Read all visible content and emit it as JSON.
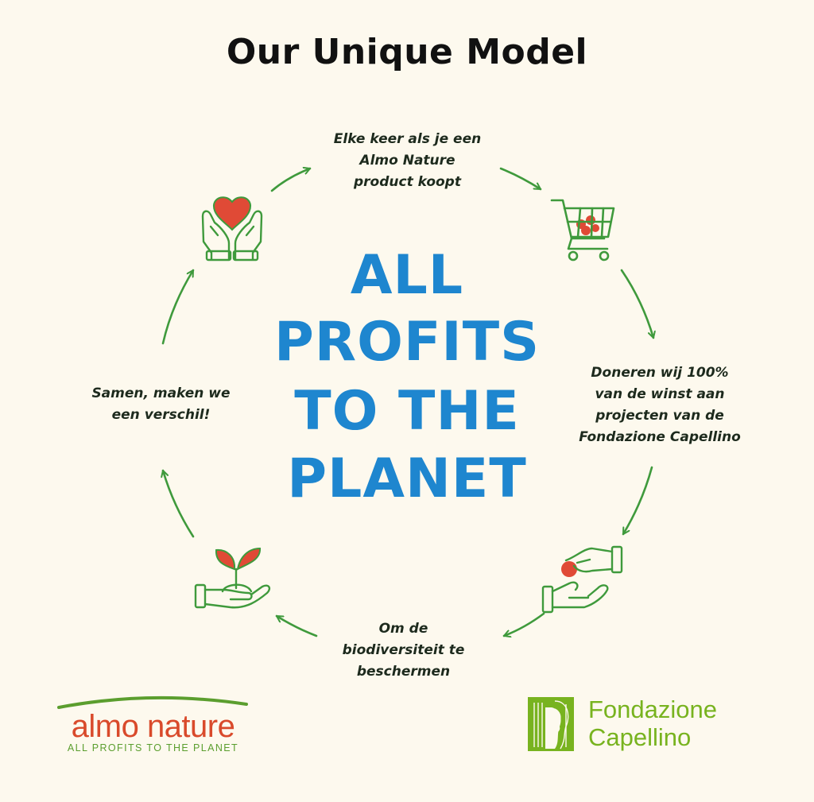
{
  "title": "Our Unique Model",
  "center_lines": [
    "ALL",
    "PROFITS",
    "TO THE",
    "PLANET"
  ],
  "steps": [
    {
      "lines": [
        "Elke keer als je een",
        "Almo Nature",
        "product koopt"
      ],
      "icon": "shopping-cart-icon"
    },
    {
      "lines": [
        "Doneren wij 100%",
        "van de winst aan",
        "projecten van de",
        "Fondazione Capellino"
      ],
      "icon": "hands-giving-coin-icon"
    },
    {
      "lines": [
        "Om de",
        "biodiversiteit te",
        "beschermen"
      ],
      "icon": "hand-sprout-icon"
    },
    {
      "lines": [
        "Samen, maken we",
        "een verschil!"
      ],
      "icon": "hands-heart-icon"
    }
  ],
  "logos": {
    "almo_nature": {
      "name": "almo nature",
      "tagline": "ALL PROFITS TO THE PLANET"
    },
    "fondazione": {
      "line1": "Fondazione",
      "line2": "Capellino"
    }
  },
  "colors": {
    "green": "#3f9a3c",
    "red": "#d94a2b",
    "blue": "#1e86cf",
    "lime": "#78b31f",
    "background": "#fdf9ee"
  }
}
